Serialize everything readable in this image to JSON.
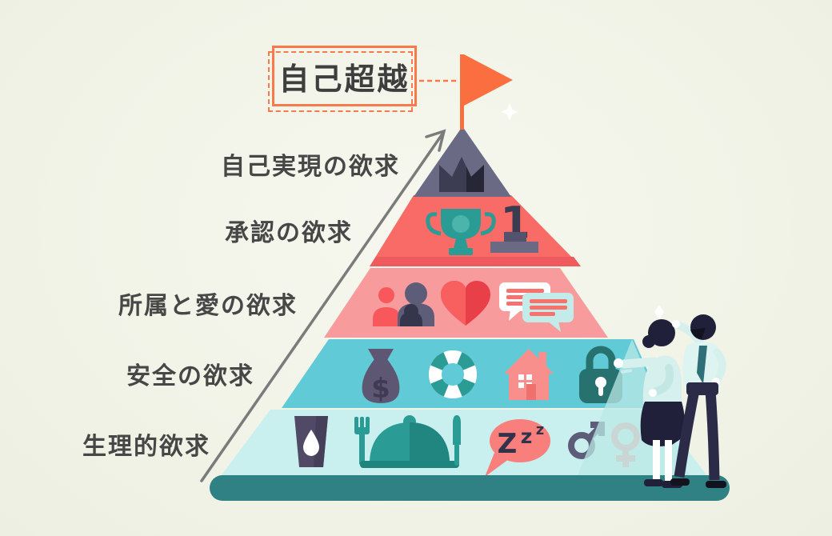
{
  "apex_box": {
    "label": "自己超越",
    "border_color": "#f87a4a"
  },
  "levels": [
    {
      "label": "自己実現の欲求",
      "color": "#6a6a84",
      "icons": [
        "crown-icon"
      ]
    },
    {
      "label": "承認の欲求",
      "color": "#f96b66",
      "icons": [
        "trophy-icon",
        "first-place-icon"
      ]
    },
    {
      "label": "所属と愛の欲求",
      "color": "#f89b9d",
      "icons": [
        "family-icon",
        "heart-icon",
        "chat-bubbles-icon"
      ]
    },
    {
      "label": "安全の欲求",
      "color": "#60cbd6",
      "icons": [
        "money-bag-icon",
        "lifebuoy-icon",
        "house-icon",
        "lock-icon"
      ]
    },
    {
      "label": "生理的欲求",
      "color": "#c9f0ef",
      "icons": [
        "drink-icon",
        "fork-icon",
        "food-dome-icon",
        "knife-icon",
        "sleep-icon",
        "male-icon",
        "female-icon"
      ]
    }
  ],
  "glyphs": {
    "first_place_number": "1",
    "money_symbol": "$",
    "sleep_z": [
      "Z",
      "z",
      "z"
    ]
  },
  "colors": {
    "background": "#f1f3e7",
    "flag_orange": "#fa6e3f",
    "box_orange": "#f87a4a",
    "peak": "#6a6a84",
    "esteem_red": "#f96b66",
    "love_pink": "#f89b9d",
    "safety_teal": "#60cbd6",
    "physio_mint": "#c9f0ef",
    "base_bar": "#2f8183",
    "arrow_gray": "#7b7b7b",
    "label_text": "#474747",
    "icon_teal": "#2b9c95",
    "icon_navy": "#3b3b51"
  }
}
